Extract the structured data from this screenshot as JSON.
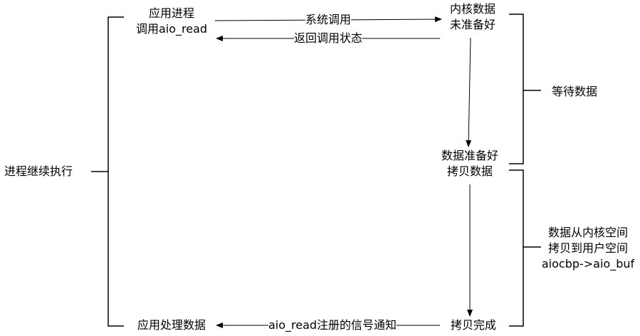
{
  "nodes": {
    "app_process": {
      "line1": "应用进程",
      "line2": "调用aio_read"
    },
    "kernel_not_ready": {
      "line1": "内核数据",
      "line2": "未准备好"
    },
    "data_ready": {
      "line1": "数据准备好",
      "line2": "拷贝数据"
    },
    "copy_done": "拷贝完成",
    "app_handle": "应用处理数据"
  },
  "edges": {
    "system_call": "系统调用",
    "return_status": "返回调用状态",
    "signal_notify": "aio_read注册的信号通知"
  },
  "brackets": {
    "continue": "进程继续执行",
    "wait_data": "等待数据",
    "copy_phase": {
      "line1": "数据从内核空间",
      "line2": "拷贝到用户空间",
      "line3": "aiocbp->aio_buf"
    }
  }
}
